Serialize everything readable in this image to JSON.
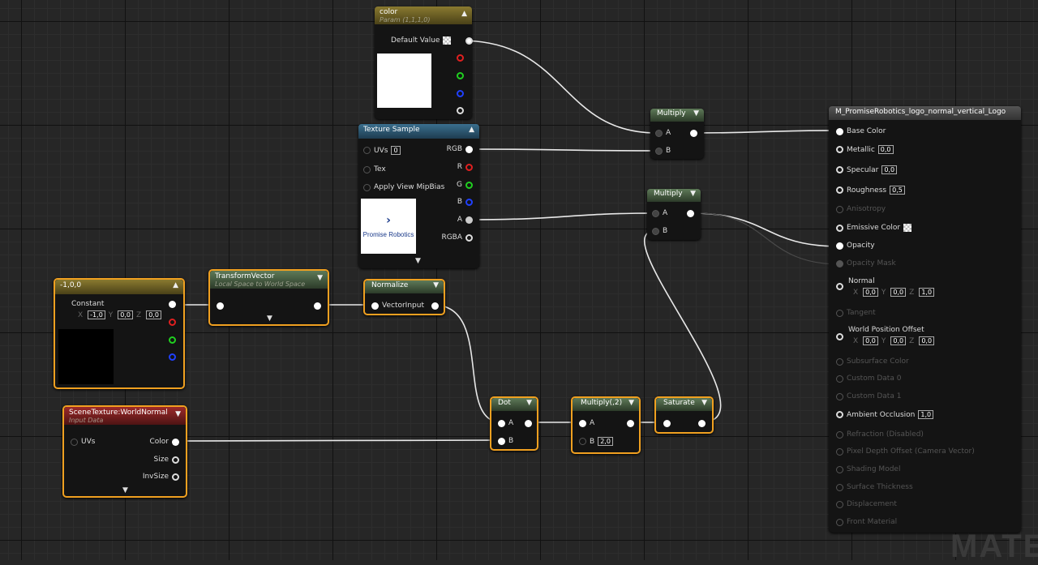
{
  "param_node": {
    "title": "color",
    "subtitle": "Param (1,1,1,0)",
    "default_label": "Default Value"
  },
  "texture_node": {
    "title": "Texture Sample",
    "uvs_label": "UVs",
    "uvs_value": "0",
    "tex_label": "Tex",
    "mip_label": "Apply View MipBias",
    "out_rgb": "RGB",
    "out_r": "R",
    "out_g": "G",
    "out_b": "B",
    "out_a": "A",
    "out_rgba": "RGBA",
    "logo_text": "Promise Robotics"
  },
  "multiply1": {
    "title": "Multiply",
    "a": "A",
    "b": "B"
  },
  "multiply2": {
    "title": "Multiply",
    "a": "A",
    "b": "B"
  },
  "constant_node": {
    "title": "-1,0,0",
    "label": "Constant",
    "x_axis": "X",
    "x": "-1,0",
    "y_axis": "Y",
    "y": "0,0",
    "z_axis": "Z",
    "z": "0,0"
  },
  "transform_node": {
    "title": "TransformVector",
    "subtitle": "Local Space to World Space"
  },
  "normalize_node": {
    "title": "Normalize",
    "input": "VectorInput"
  },
  "scene_node": {
    "title": "SceneTexture:WorldNormal",
    "subtitle": "Input Data",
    "uvs": "UVs",
    "color": "Color",
    "size": "Size",
    "invsize": "InvSize"
  },
  "dot_node": {
    "title": "Dot",
    "a": "A",
    "b": "B"
  },
  "multiply3": {
    "title": "Multiply(,2)",
    "a": "A",
    "b": "B",
    "b_value": "2,0"
  },
  "saturate_node": {
    "title": "Saturate"
  },
  "material": {
    "title": "M_PromiseRobotics_logo_normal_vertical_Logo",
    "base_color": "Base Color",
    "metallic": "Metallic",
    "metallic_v": "0,0",
    "specular": "Specular",
    "specular_v": "0,0",
    "roughness": "Roughness",
    "roughness_v": "0,5",
    "anisotropy": "Anisotropy",
    "emissive": "Emissive Color",
    "opacity": "Opacity",
    "opacity_mask": "Opacity Mask",
    "normal": "Normal",
    "normal_x": "0,0",
    "normal_y": "0,0",
    "normal_z": "1,0",
    "tangent": "Tangent",
    "wpo": "World Position Offset",
    "wpo_x": "0,0",
    "wpo_y": "0,0",
    "wpo_z": "0,0",
    "subsurface": "Subsurface Color",
    "custom0": "Custom Data 0",
    "custom1": "Custom Data 1",
    "ao": "Ambient Occlusion",
    "ao_v": "1,0",
    "refraction": "Refraction (Disabled)",
    "pdo": "Pixel Depth Offset (Camera Vector)",
    "shading": "Shading Model",
    "surface": "Surface Thickness",
    "displacement": "Displacement",
    "front": "Front Material",
    "axis_x": "X",
    "axis_y": "Y",
    "axis_z": "Z"
  },
  "watermark": "MATE",
  "icons": {
    "chevron_up": "chevron-up-icon",
    "chevron_down": "chevron-down-icon",
    "checker": "checker-icon"
  }
}
